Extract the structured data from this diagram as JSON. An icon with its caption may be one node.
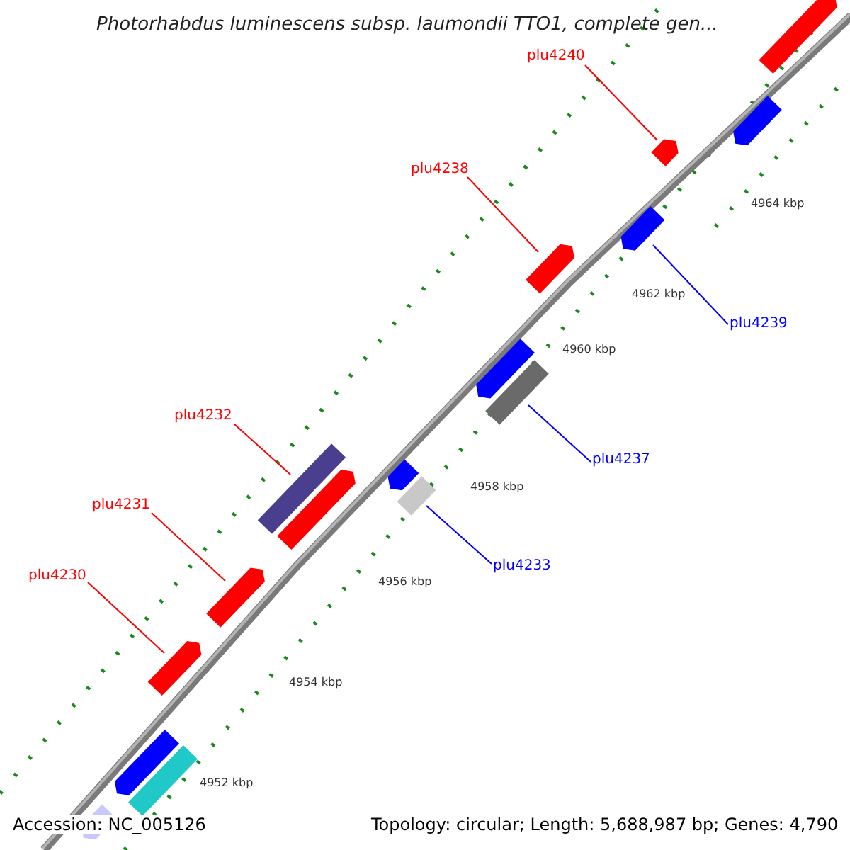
{
  "diagram": {
    "title": "Photorhabdus luminescens subsp. laumondii TTO1, complete gen...",
    "nodes": [
      {
        "text": [],
        "shape": "bar"
      },
      {
        "text": [
          "plu4240"
        ]
      },
      {
        "text": [],
        "shape": "bar"
      },
      {
        "text": [],
        "shape": "bar"
      },
      {
        "text": [
          "plu4238"
        ]
      },
      {
        "text": [],
        "shape": "bar"
      },
      {
        "text": [],
        "shape": "bar"
      },
      {
        "text": [
          "plu4239"
        ]
      },
      {
        "text": [],
        "shape": "bar"
      },
      {
        "text": [],
        "shape": "bar"
      },
      {
        "text": [
          "plu4232"
        ]
      },
      {
        "text": [],
        "shape": "bar"
      },
      {
        "text": [],
        "shape": "bar"
      },
      {
        "text": [],
        "shape": "bar"
      },
      {
        "text": [],
        "shape": "bar"
      },
      {
        "text": [
          "plu4237"
        ]
      },
      {
        "text": [
          "plu4231"
        ]
      },
      {
        "text": [],
        "shape": "bar"
      },
      {
        "text": [
          "plu4233"
        ]
      },
      {
        "text": [
          "plu4230"
        ]
      },
      {
        "text": [],
        "shape": "bar"
      },
      {
        "text": [],
        "shape": "bar"
      },
      {
        "text": [],
        "shape": "bar"
      },
      {
        "text": [],
        "shape": "bar"
      }
    ],
    "edges": [
      {
        "from": 1,
        "to": 2,
        "arrow": "none",
        "color": "#ff0000"
      },
      {
        "from": 4,
        "to": 5,
        "arrow": "none",
        "color": "#ff0000"
      },
      {
        "from": 7,
        "to": 6,
        "arrow": "none",
        "color": "#0000ff"
      },
      {
        "from": 15,
        "to": 9,
        "arrow": "none",
        "color": "#0000ff"
      },
      {
        "from": 10,
        "to": 11,
        "arrow": "none",
        "color": "#ff0000"
      },
      {
        "from": 16,
        "to": 17,
        "arrow": "none",
        "color": "#ff0000"
      },
      {
        "from": 18,
        "to": 14,
        "arrow": "none",
        "color": "#0000ff"
      },
      {
        "from": 19,
        "to": 20,
        "arrow": "none",
        "color": "#ff0000"
      }
    ],
    "labels": [
      "4964 kbp",
      "4962 kbp",
      "4960 kbp",
      "4958 kbp",
      "4956 kbp",
      "4954 kbp",
      "4952 kbp",
      "Accession: NC_005126",
      "Topology: circular; Length: 5,688,987 bp; Genes: 4,790"
    ]
  }
}
